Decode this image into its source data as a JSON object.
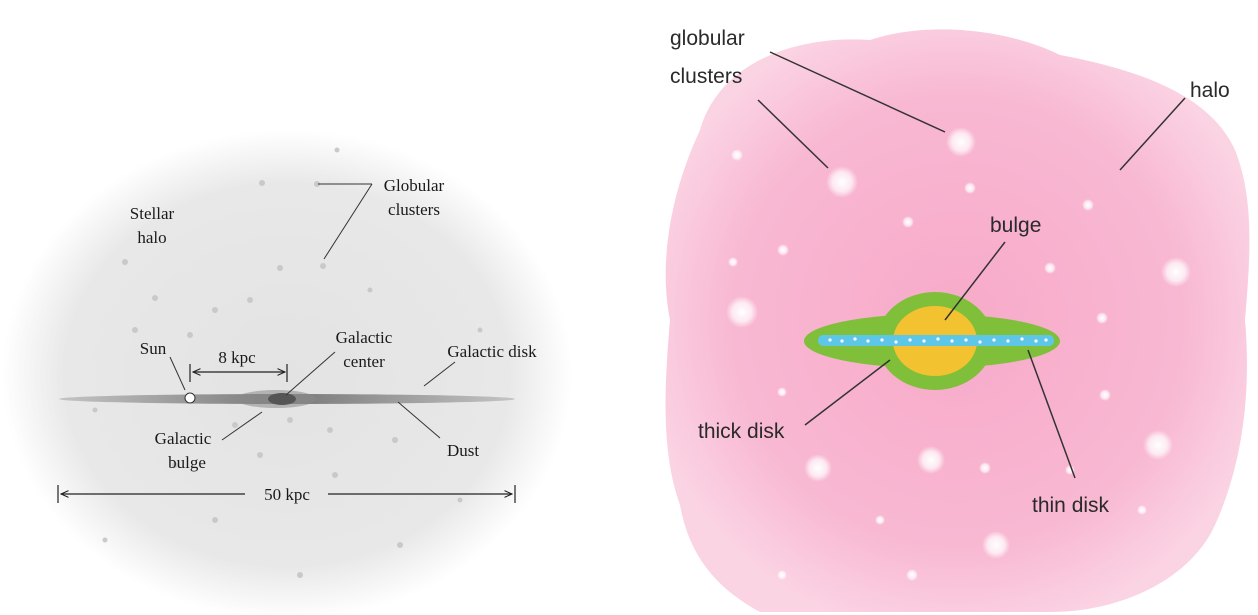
{
  "left_diagram": {
    "labels": {
      "stellar_halo_line1": "Stellar",
      "stellar_halo_line2": "halo",
      "globular_line1": "Globular",
      "globular_line2": "clusters",
      "sun": "Sun",
      "distance_sun_center": "8 kpc",
      "galactic_center_line1": "Galactic",
      "galactic_center_line2": "center",
      "galactic_disk": "Galactic disk",
      "bulge_line1": "Galactic",
      "bulge_line2": "bulge",
      "dust": "Dust",
      "diameter": "50 kpc"
    },
    "colors": {
      "halo": "#e6e6e6",
      "disk": "#7a7a7a",
      "sun": "#ffffff"
    }
  },
  "right_diagram": {
    "labels": {
      "globular_line1": "globular",
      "globular_line2": "clusters",
      "halo": "halo",
      "bulge": "bulge",
      "thick_disk": "thick disk",
      "thin_disk": "thin disk"
    },
    "colors": {
      "halo": "#f6b3cf",
      "thick_disk": "#7fbf3a",
      "bulge": "#f2c230",
      "thin_disk": "#5ec7e8"
    }
  }
}
